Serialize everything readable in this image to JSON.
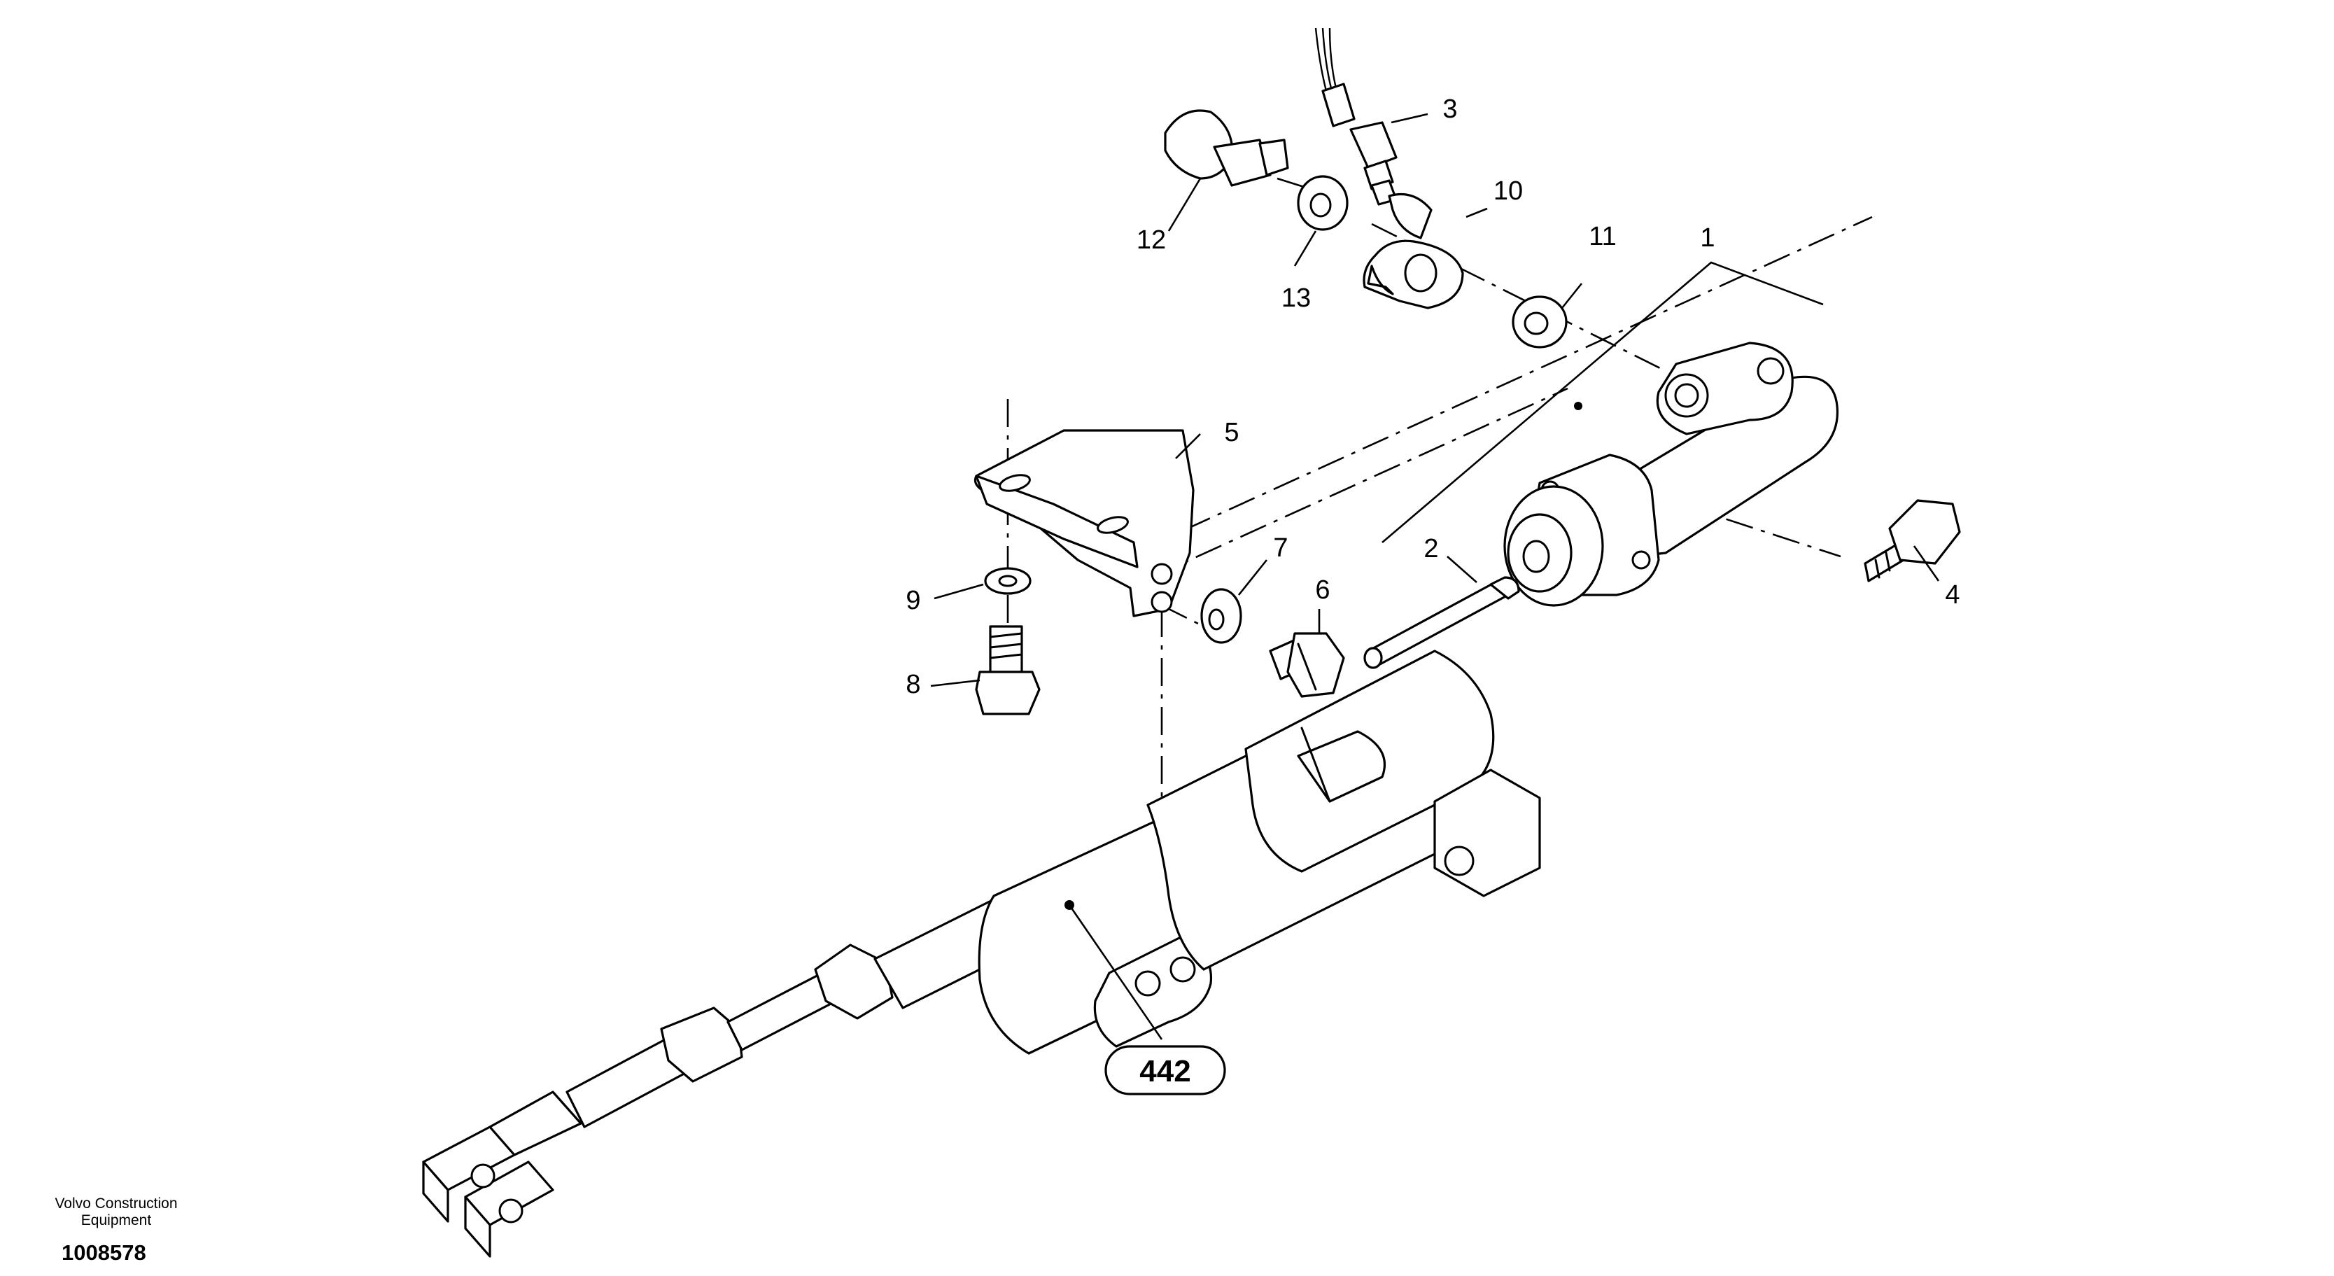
{
  "callouts": {
    "c1": "1",
    "c2": "2",
    "c3": "3",
    "c4": "4",
    "c5": "5",
    "c6": "6",
    "c7": "7",
    "c8": "8",
    "c9": "9",
    "c10": "10",
    "c11": "11",
    "c12": "12",
    "c13": "13"
  },
  "reference_label": "442",
  "footer": {
    "company": "Volvo Construction\nEquipment",
    "doc_number": "1008578"
  }
}
